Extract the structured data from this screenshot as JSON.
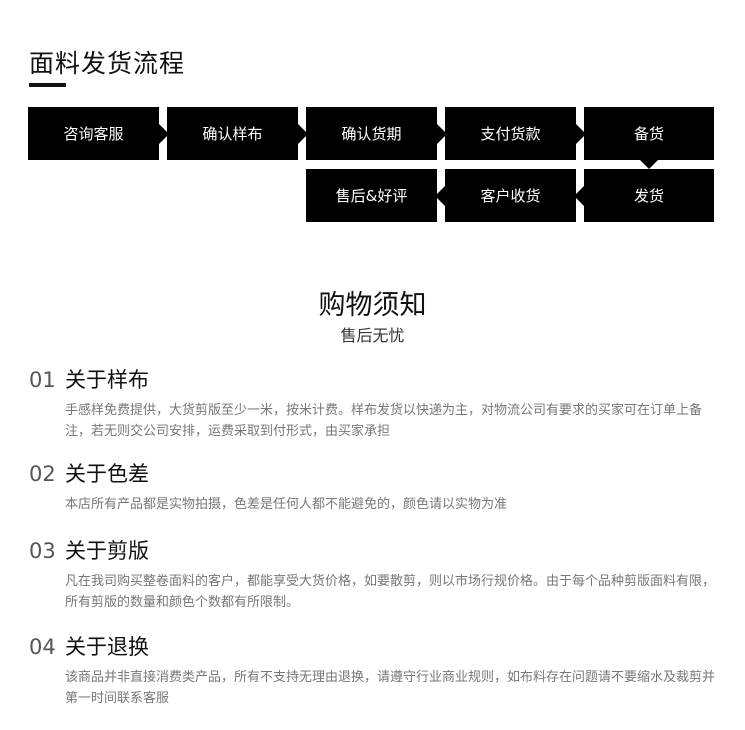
{
  "header": {
    "title": "面料发货流程"
  },
  "flow": {
    "steps": [
      "咨询客服",
      "确认样布",
      "确认货期",
      "支付货款",
      "备货",
      "发货",
      "客户收货",
      "售后&好评"
    ]
  },
  "notice": {
    "title": "购物须知",
    "subtitle": "售后无忧",
    "items": [
      {
        "num": "01",
        "title": "关于样布",
        "body": "手感样免费提供，大货剪版至少一米，按米计费。样布发货以快递为主，对物流公司有要求的买家可在订单上备注，若无则交公司安排，运费采取到付形式，由买家承担"
      },
      {
        "num": "02",
        "title": "关于色差",
        "body": "本店所有产品都是实物拍摄，色差是任何人都不能避免的，颜色请以实物为准"
      },
      {
        "num": "03",
        "title": "关于剪版",
        "body": "凡在我司购买整卷面料的客户，都能享受大货价格，如要散剪，则以市场行规价格。由于每个品种剪版面料有限，所有剪版的数量和颜色个数都有所限制。"
      },
      {
        "num": "04",
        "title": "关于退换",
        "body": "该商品并非直接消费类产品，所有不支持无理由退换，请遵守行业商业规则，如布料存在问题请不要缩水及裁剪并第一时间联系客服"
      }
    ]
  }
}
